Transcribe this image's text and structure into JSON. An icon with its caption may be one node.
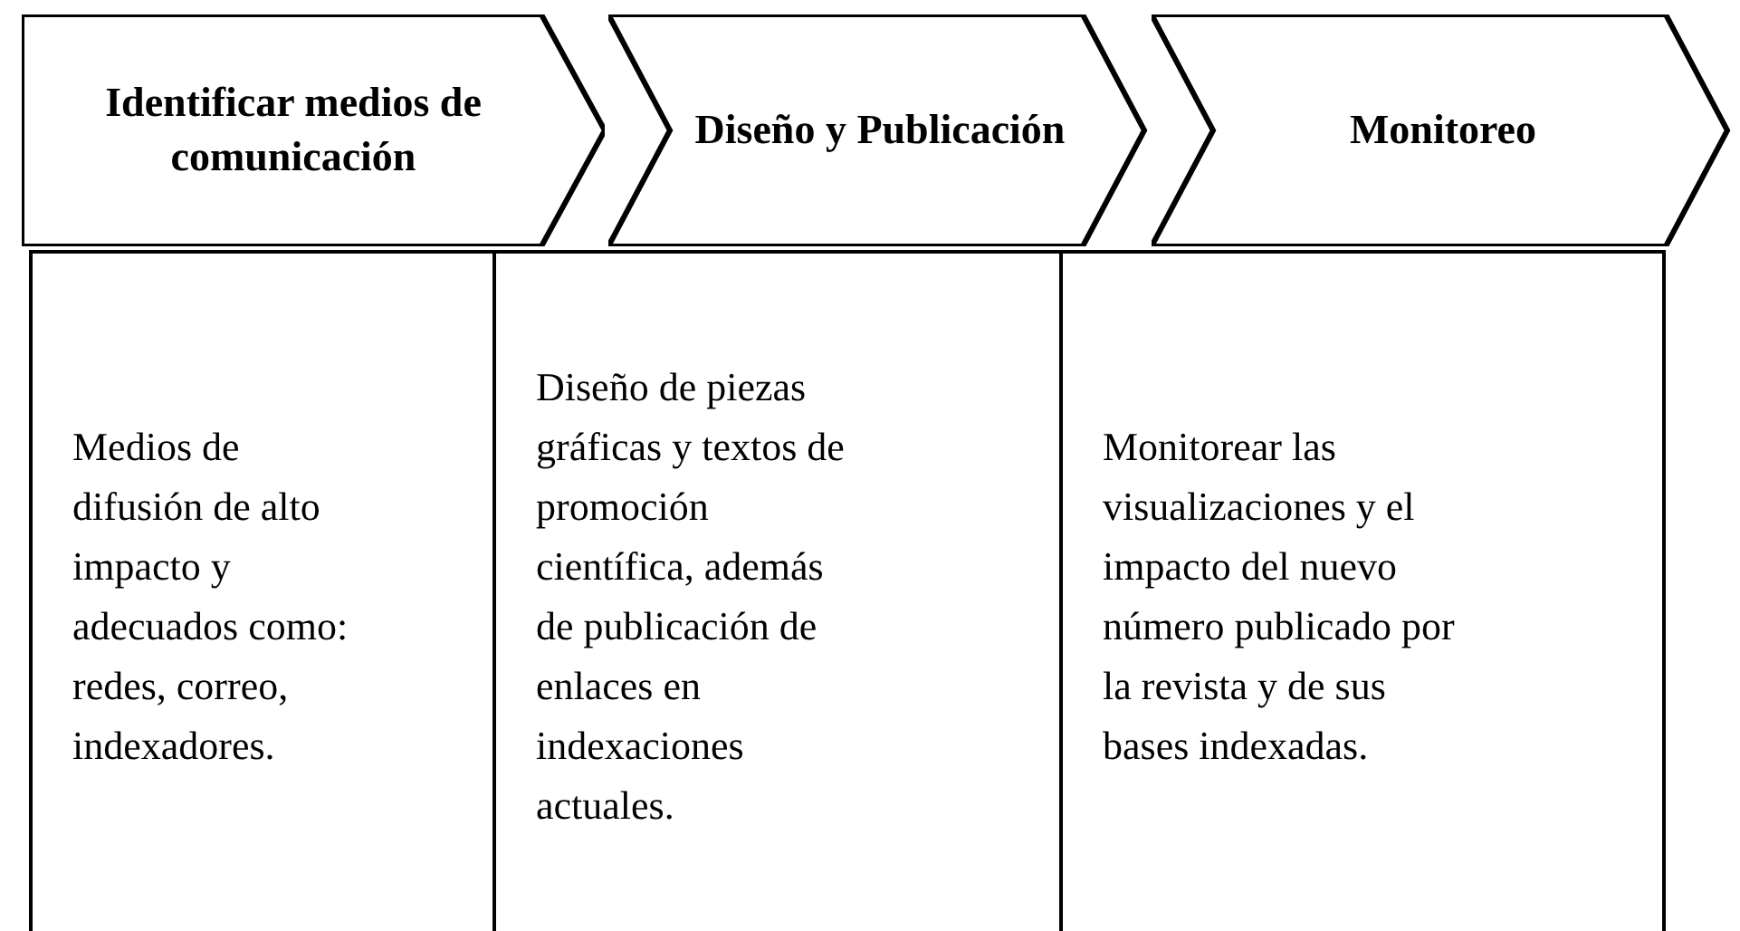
{
  "diagram": {
    "nodes": [
      {
        "text": [
          "Identificar medios de comunicación"
        ]
      },
      {
        "text": [
          "Diseño y Publicación"
        ]
      },
      {
        "text": [
          "Monitoreo"
        ]
      },
      {
        "text": [
          "Medios de difusión de alto impacto y adecuados como: redes, correo, indexadores."
        ]
      },
      {
        "text": [
          "Diseño de piezas gráficas y textos de promoción científica, además de publicación de enlaces en indexaciones actuales."
        ]
      },
      {
        "text": [
          "Monitorear las visualizaciones y el impacto del nuevo número publicado por la revista y de sus bases indexadas."
        ]
      }
    ],
    "edges": []
  }
}
